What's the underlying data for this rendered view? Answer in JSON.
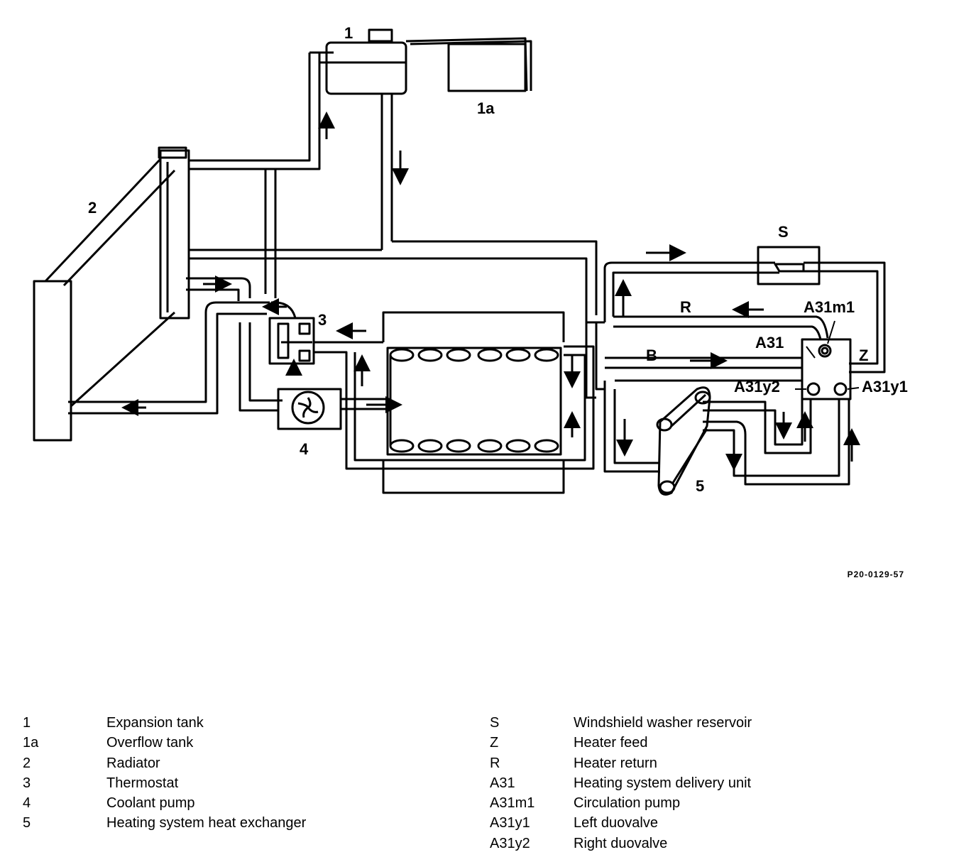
{
  "diagram": {
    "labels": {
      "l1": "1",
      "l1a": "1a",
      "l2": "2",
      "l3": "3",
      "l4": "4",
      "l5": "5",
      "lS": "S",
      "lR": "R",
      "lB": "B",
      "lZ": "Z",
      "lA31": "A31",
      "lA31m1": "A31m1",
      "lA31y1": "A31y1",
      "lA31y2": "A31y2"
    },
    "figure_code": "P20-0129-57"
  },
  "legend": {
    "left": [
      {
        "key": "1",
        "desc": "Expansion tank"
      },
      {
        "key": "1a",
        "desc": "Overflow tank"
      },
      {
        "key": "2",
        "desc": "Radiator"
      },
      {
        "key": "3",
        "desc": "Thermostat"
      },
      {
        "key": "4",
        "desc": "Coolant pump"
      },
      {
        "key": "5",
        "desc": "Heating system heat exchanger"
      }
    ],
    "right": [
      {
        "key": "S",
        "desc": "Windshield washer reservoir"
      },
      {
        "key": "Z",
        "desc": "Heater feed"
      },
      {
        "key": "R",
        "desc": "Heater return"
      },
      {
        "key": "A31",
        "desc": "Heating system delivery unit"
      },
      {
        "key": "A31m1",
        "desc": "Circulation pump"
      },
      {
        "key": "A31y1",
        "desc": "Left duovalve"
      },
      {
        "key": "A31y2",
        "desc": "Right duovalve"
      }
    ]
  }
}
